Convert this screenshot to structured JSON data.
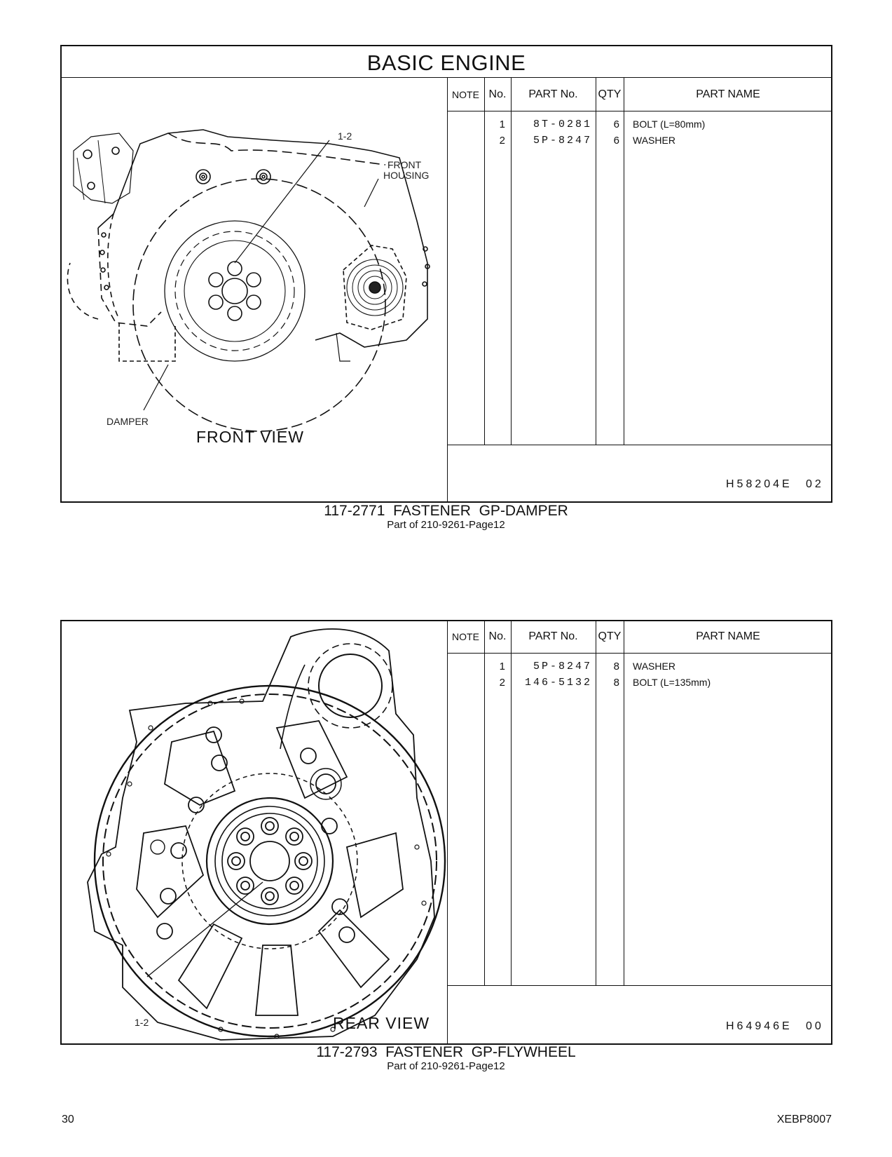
{
  "page_title": "BASIC ENGINE",
  "headers": {
    "note": "NOTE",
    "no": "No.",
    "part_no": "PART No.",
    "qty": "QTY",
    "part_name": "PART NAME"
  },
  "groups": [
    {
      "view_label": "FRONT VIEW",
      "callouts": {
        "item_ref": "1-2",
        "front_housing_1": "FRONT",
        "front_housing_2": "HOUSING",
        "damper": "DAMPER"
      },
      "parts": [
        {
          "no": "1",
          "part_no": "8T-0281",
          "qty": "6",
          "name": "BOLT (L=80mm)"
        },
        {
          "no": "2",
          "part_no": "5P-8247",
          "qty": "6",
          "name": "WASHER"
        }
      ],
      "drawing_code": "H58204E",
      "revision": "02",
      "caption": "117-2771  FASTENER  GP-DAMPER",
      "subcaption": "Part of 210-9261-Page12"
    },
    {
      "view_label": "REAR VIEW",
      "callouts": {
        "item_ref": "1-2"
      },
      "parts": [
        {
          "no": "1",
          "part_no": "5P-8247",
          "qty": "8",
          "name": "WASHER"
        },
        {
          "no": "2",
          "part_no": "146-5132",
          "qty": "8",
          "name": "BOLT (L=135mm)"
        }
      ],
      "drawing_code": "H64946E",
      "revision": "00",
      "caption": "117-2793  FASTENER  GP-FLYWHEEL",
      "subcaption": "Part of 210-9261-Page12"
    }
  ],
  "footer": {
    "page_number": "30",
    "doc_code": "XEBP8007"
  }
}
